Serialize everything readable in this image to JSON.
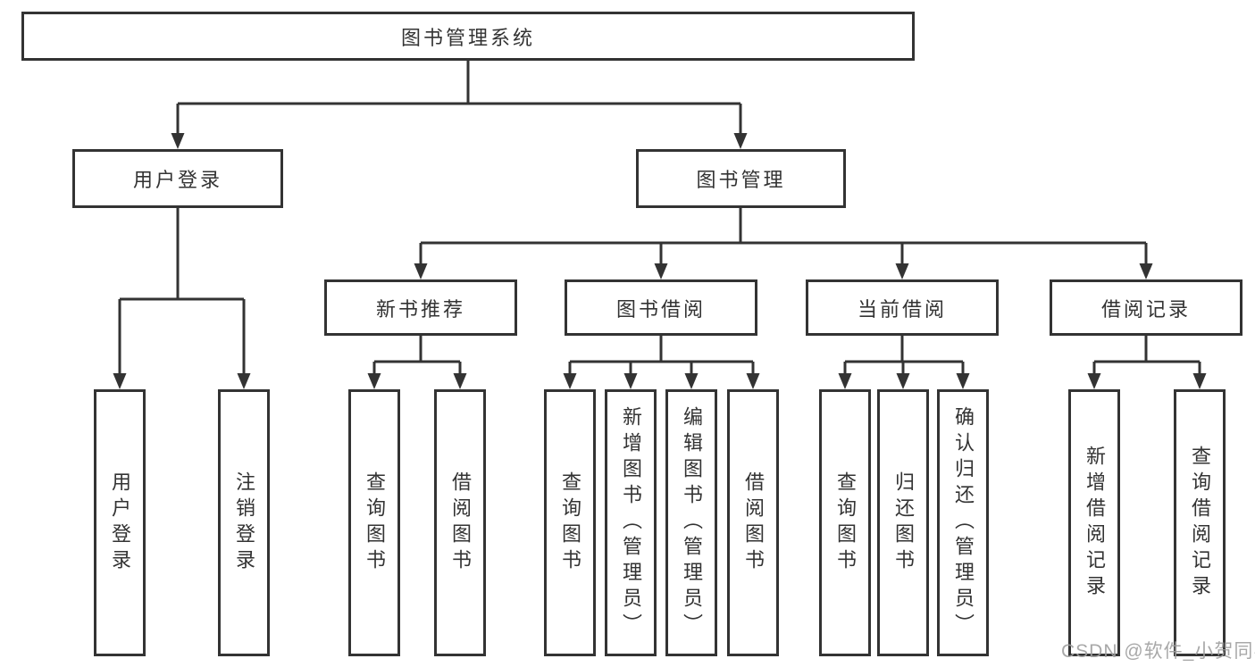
{
  "colors": {
    "line": "#333333",
    "box_border": "#333333",
    "text": "#333333",
    "watermark": "#9e9e9e",
    "background": "#ffffff"
  },
  "tree": {
    "root": {
      "label": "图书管理系统"
    },
    "branches": [
      {
        "label": "用户登录",
        "children": [
          {
            "label": "用户登录"
          },
          {
            "label": "注销登录"
          }
        ]
      },
      {
        "label": "图书管理",
        "children": [
          {
            "label": "新书推荐",
            "children": [
              {
                "label": "查询图书"
              },
              {
                "label": "借阅图书"
              }
            ]
          },
          {
            "label": "图书借阅",
            "children": [
              {
                "label": "查询图书"
              },
              {
                "label": "新增图书（管理员）"
              },
              {
                "label": "编辑图书（管理员）"
              },
              {
                "label": "借阅图书"
              }
            ]
          },
          {
            "label": "当前借阅",
            "children": [
              {
                "label": "查询图书"
              },
              {
                "label": "归还图书"
              },
              {
                "label": "确认归还（管理员）"
              }
            ]
          },
          {
            "label": "借阅记录",
            "children": [
              {
                "label": "新增借阅记录"
              },
              {
                "label": "查询借阅记录"
              }
            ]
          }
        ]
      }
    ]
  },
  "watermark": {
    "text": "CSDN @软件_小贺同学"
  }
}
